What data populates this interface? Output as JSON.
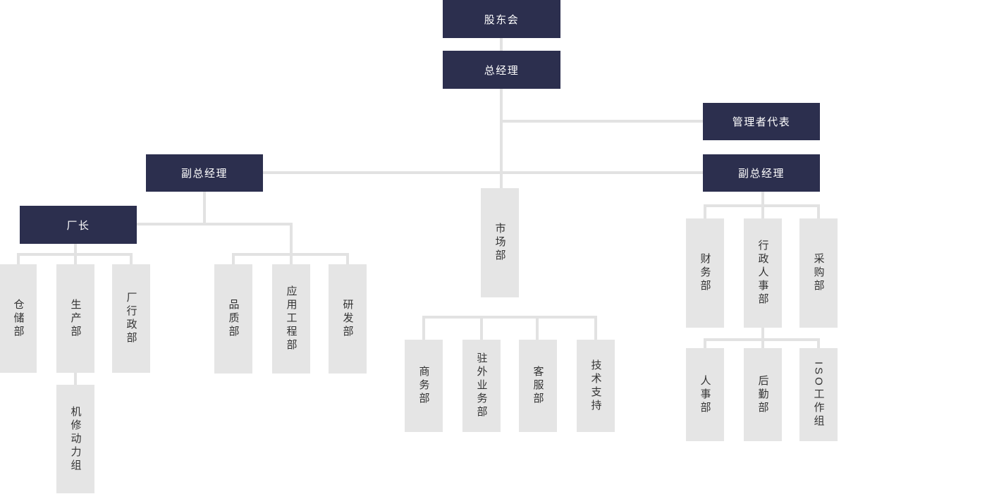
{
  "diagram_type": "org-chart",
  "colors": {
    "node_dark_bg": "#2c2f4e",
    "node_light_bg": "#e5e5e5",
    "connector": "#e2e2e2",
    "text_on_dark": "#ffffff",
    "text_on_light": "#333333",
    "page_bg": "#ffffff"
  },
  "nodes": {
    "shareholders": "股东会",
    "general_manager": "总经理",
    "management_rep": "管理者代表",
    "deputy_gm_left": "副总经理",
    "deputy_gm_right": "副总经理",
    "factory_director": "厂长",
    "warehouse": "仓储部",
    "production": "生产部",
    "factory_admin": "厂行政部",
    "machine_repair": "机修动力组",
    "quality": "品质部",
    "application_eng": "应用工程部",
    "rnd": "研发部",
    "marketing": "市场部",
    "business": "商务部",
    "field_business": "驻外业务部",
    "customer_service": "客服部",
    "tech_support": "技术支持",
    "finance": "财务部",
    "admin_hr": "行政人事部",
    "purchasing": "采购部",
    "hr": "人事部",
    "logistics": "后勤部",
    "iso_group": "ISO工作组"
  },
  "hierarchy": {
    "shareholders": [
      "general_manager"
    ],
    "general_manager": [
      "management_rep",
      "deputy_gm_left",
      "deputy_gm_right",
      "marketing"
    ],
    "deputy_gm_left": [
      "factory_director",
      "quality",
      "application_eng",
      "rnd"
    ],
    "factory_director": [
      "warehouse",
      "production",
      "factory_admin"
    ],
    "production": [
      "machine_repair"
    ],
    "marketing": [
      "business",
      "field_business",
      "customer_service",
      "tech_support"
    ],
    "deputy_gm_right": [
      "finance",
      "admin_hr",
      "purchasing"
    ],
    "admin_hr": [
      "hr",
      "logistics",
      "iso_group"
    ]
  }
}
